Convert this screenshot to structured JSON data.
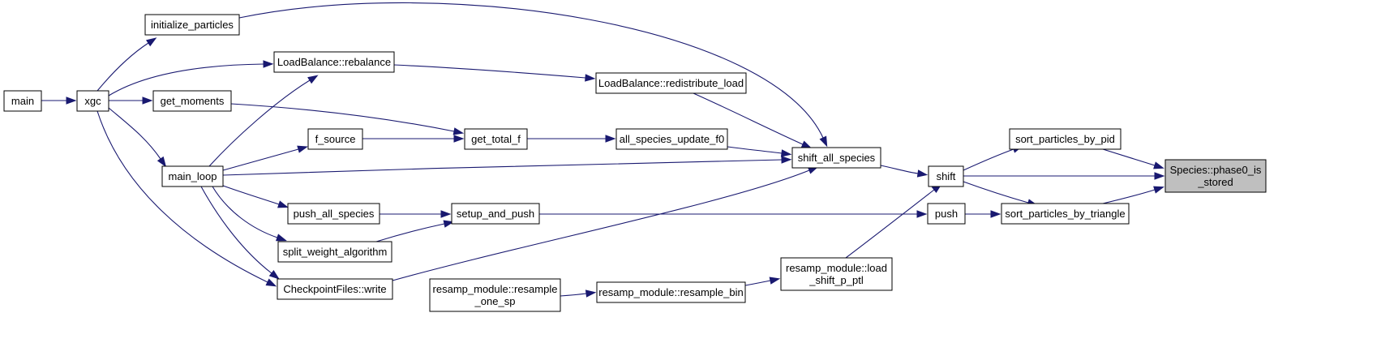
{
  "diagram": {
    "type": "call-graph",
    "nodes": [
      {
        "id": "main",
        "label": "main"
      },
      {
        "id": "xgc",
        "label": "xgc"
      },
      {
        "id": "initialize_particles",
        "label": "initialize_particles"
      },
      {
        "id": "rebalance",
        "label": "LoadBalance::rebalance"
      },
      {
        "id": "get_moments",
        "label": "get_moments"
      },
      {
        "id": "f_source",
        "label": "f_source"
      },
      {
        "id": "main_loop",
        "label": "main_loop"
      },
      {
        "id": "push_all_species",
        "label": "push_all_species"
      },
      {
        "id": "split_weight_algorithm",
        "label": "split_weight_algorithm"
      },
      {
        "id": "cp_write",
        "label": "CheckpointFiles::write"
      },
      {
        "id": "get_total_f",
        "label": "get_total_f"
      },
      {
        "id": "setup_and_push",
        "label": "setup_and_push"
      },
      {
        "id": "resample_one_sp",
        "label": "resamp_module::resample\n_one_sp"
      },
      {
        "id": "redistribute_load",
        "label": "LoadBalance::redistribute_load"
      },
      {
        "id": "update_f0",
        "label": "all_species_update_f0"
      },
      {
        "id": "resample_bin",
        "label": "resamp_module::resample_bin"
      },
      {
        "id": "shift_all_species",
        "label": "shift_all_species"
      },
      {
        "id": "load_shift",
        "label": "resamp_module::load\n_shift_p_ptl"
      },
      {
        "id": "shift",
        "label": "shift"
      },
      {
        "id": "push",
        "label": "push"
      },
      {
        "id": "sort_pid",
        "label": "sort_particles_by_pid"
      },
      {
        "id": "sort_triangle",
        "label": "sort_particles_by_triangle"
      },
      {
        "id": "phase0",
        "label": "Species::phase0_is\n_stored"
      }
    ],
    "edges": [
      {
        "from": "main",
        "to": "xgc"
      },
      {
        "from": "xgc",
        "to": "initialize_particles"
      },
      {
        "from": "xgc",
        "to": "rebalance"
      },
      {
        "from": "xgc",
        "to": "get_moments"
      },
      {
        "from": "xgc",
        "to": "main_loop"
      },
      {
        "from": "xgc",
        "to": "cp_write"
      },
      {
        "from": "initialize_particles",
        "to": "shift_all_species"
      },
      {
        "from": "main_loop",
        "to": "rebalance"
      },
      {
        "from": "main_loop",
        "to": "f_source"
      },
      {
        "from": "main_loop",
        "to": "shift_all_species"
      },
      {
        "from": "main_loop",
        "to": "push_all_species"
      },
      {
        "from": "main_loop",
        "to": "split_weight_algorithm"
      },
      {
        "from": "main_loop",
        "to": "cp_write"
      },
      {
        "from": "rebalance",
        "to": "redistribute_load"
      },
      {
        "from": "get_moments",
        "to": "get_total_f"
      },
      {
        "from": "f_source",
        "to": "get_total_f"
      },
      {
        "from": "get_total_f",
        "to": "update_f0"
      },
      {
        "from": "update_f0",
        "to": "shift_all_species"
      },
      {
        "from": "redistribute_load",
        "to": "shift_all_species"
      },
      {
        "from": "cp_write",
        "to": "shift_all_species"
      },
      {
        "from": "push_all_species",
        "to": "setup_and_push"
      },
      {
        "from": "split_weight_algorithm",
        "to": "setup_and_push"
      },
      {
        "from": "setup_and_push",
        "to": "push"
      },
      {
        "from": "resample_one_sp",
        "to": "resample_bin"
      },
      {
        "from": "resample_bin",
        "to": "load_shift"
      },
      {
        "from": "load_shift",
        "to": "shift"
      },
      {
        "from": "shift_all_species",
        "to": "shift"
      },
      {
        "from": "shift",
        "to": "sort_pid"
      },
      {
        "from": "shift",
        "to": "phase0"
      },
      {
        "from": "shift",
        "to": "sort_triangle"
      },
      {
        "from": "push",
        "to": "sort_triangle"
      },
      {
        "from": "sort_pid",
        "to": "phase0"
      },
      {
        "from": "sort_triangle",
        "to": "phase0"
      }
    ],
    "colors": {
      "edge": "#191970",
      "node_fill": "#ffffff",
      "focus_fill": "#bfbfbf",
      "border": "#000000"
    }
  }
}
